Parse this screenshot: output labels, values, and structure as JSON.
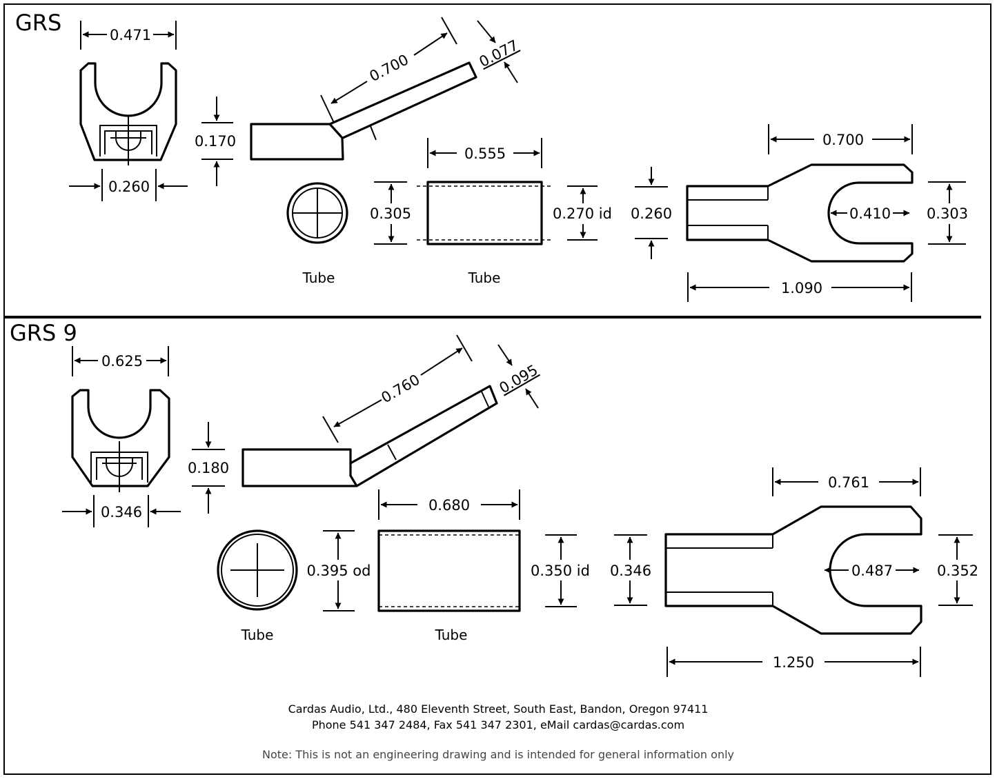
{
  "colors": {
    "ink": "#000000",
    "paper": "#ffffff",
    "note": "#444444"
  },
  "grs": {
    "title": "GRS",
    "top_width": "0.471",
    "bottom_width": "0.260",
    "height": "0.170",
    "bend_length": "0.700",
    "thickness": "0.077",
    "tube_length": "0.555",
    "tube_od": "0.305",
    "tube_id": "0.270 id",
    "tube_label_end": "Tube",
    "tube_label_side": "Tube",
    "spade_barrel": "0.260",
    "spade_tine_length": "0.700",
    "spade_slot": "0.410",
    "spade_width": "0.303",
    "spade_overall": "1.090"
  },
  "grs9": {
    "title": "GRS 9",
    "top_width": "0.625",
    "bottom_width": "0.346",
    "height": "0.180",
    "bend_length": "0.760",
    "thickness": "0.095",
    "tube_length": "0.680",
    "tube_od": "0.395 od",
    "tube_id": "0.350 id",
    "tube_label_end": "Tube",
    "tube_label_side": "Tube",
    "spade_barrel": "0.346",
    "spade_tine_length": "0.761",
    "spade_slot": "0.487",
    "spade_width": "0.352",
    "spade_overall": "1.250"
  },
  "footer": {
    "address": "Cardas Audio, Ltd., 480 Eleventh Street, South East, Bandon, Oregon 97411",
    "contact": "Phone 541 347 2484, Fax 541 347 2301, eMail cardas@cardas.com",
    "note": "Note:  This is not an engineering drawing and is intended for general information only"
  }
}
